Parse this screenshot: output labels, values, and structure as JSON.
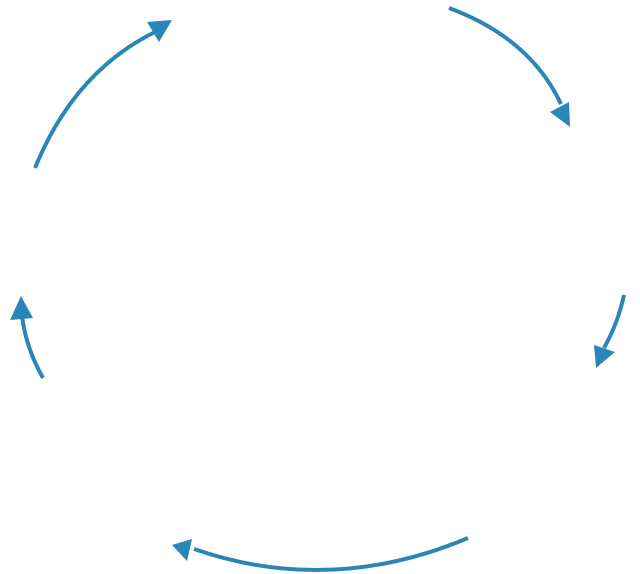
{
  "diagram": {
    "type": "cycle",
    "direction": "clockwise",
    "arrow_count": 5,
    "arrow_color": "#2a86b8",
    "background_color": "#ffffff",
    "arrowhead_icon": "triangle-arrowhead-icon",
    "labels": []
  }
}
